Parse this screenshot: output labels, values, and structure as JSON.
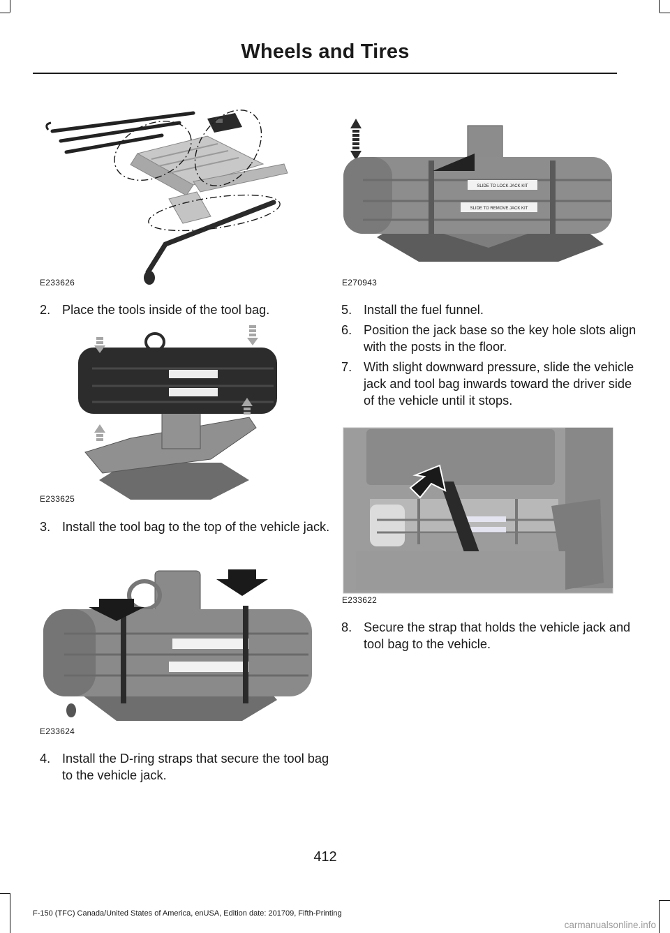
{
  "page": {
    "title": "Wheels and Tires",
    "number": "412",
    "footer": "F-150 (TFC) Canada/United States of America, enUSA, Edition date: 201709, Fifth-Printing",
    "watermark": "carmanualsonline.info"
  },
  "figures": {
    "fig1": {
      "code": "E233626",
      "image": "tools-exploded-view-illustration"
    },
    "fig2": {
      "code": "E233625",
      "image": "tools-inside-bag-illustration"
    },
    "fig3": {
      "code": "E233624",
      "image": "bag-on-jack-illustration"
    },
    "fig4": {
      "code": "E270943",
      "image": "jack-and-bag-strapped-illustration"
    },
    "fig5": {
      "code": "E233622",
      "image": "strap-in-vehicle-illustration"
    }
  },
  "bag_labels": {
    "lock": "SLIDE TO LOCK JACK KIT",
    "remove": "SLIDE TO REMOVE JACK KIT"
  },
  "steps": [
    {
      "number": "2.",
      "text": "Place the tools inside of the tool bag."
    },
    {
      "number": "3.",
      "text": "Install the tool bag to the top of the vehicle jack."
    },
    {
      "number": "4.",
      "text": "Install the D-ring straps that secure the tool bag to the vehicle jack."
    },
    {
      "number": "5.",
      "text": "Install the fuel funnel."
    },
    {
      "number": "6.",
      "text": "Position the jack base so the key hole slots align with the posts in the floor."
    },
    {
      "number": "7.",
      "text": "With slight downward pressure, slide the vehicle jack and tool bag inwards toward the driver side of the vehicle until it stops."
    },
    {
      "number": "8.",
      "text": "Secure the strap that holds the vehicle jack and tool bag to the vehicle."
    }
  ]
}
